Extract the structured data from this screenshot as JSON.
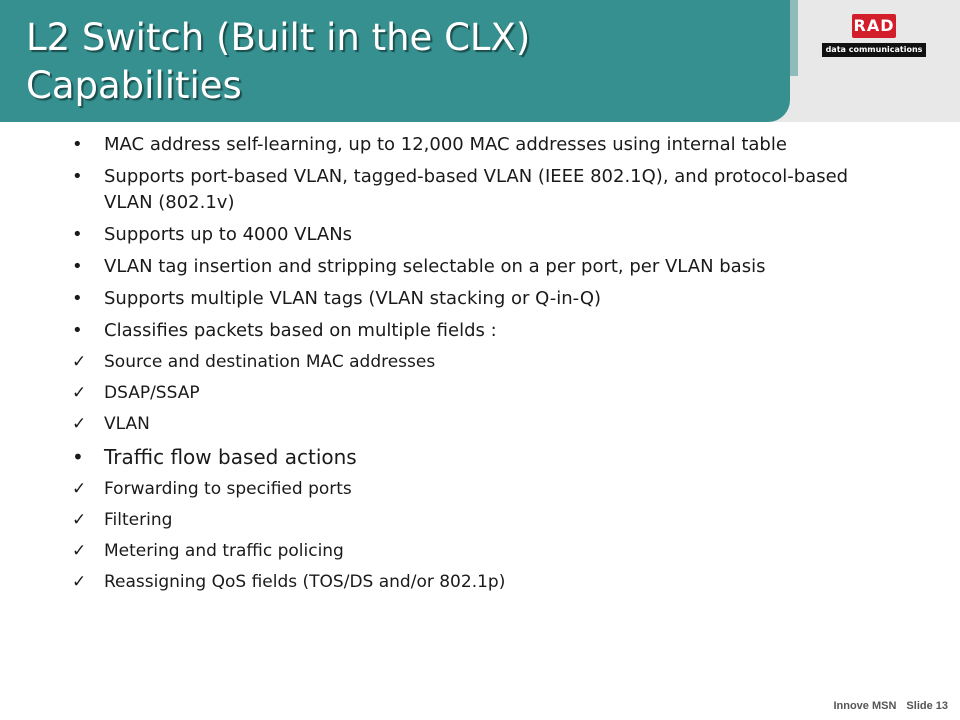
{
  "header": {
    "title_line1": "L2 Switch (Built in the CLX)",
    "title_line2": "Capabilities"
  },
  "logo": {
    "mark": "RAD",
    "tagline": "data communications"
  },
  "bullets": [
    {
      "marker": "•",
      "text": "MAC address self-learning, up to 12,000 MAC addresses using internal table"
    },
    {
      "marker": "•",
      "text": "Supports port-based VLAN, tagged-based VLAN (IEEE 802.1Q), and protocol-based VLAN (802.1v)"
    },
    {
      "marker": "•",
      "text": "Supports up to 4000 VLANs"
    },
    {
      "marker": "•",
      "text": "VLAN tag insertion and stripping selectable on a per port, per VLAN basis"
    },
    {
      "marker": "•",
      "text": "Supports multiple VLAN tags (VLAN stacking or Q-in-Q)"
    },
    {
      "marker": "•",
      "text": "Classifies packets based on multiple fields :"
    },
    {
      "marker": "✓",
      "text": "Source and destination MAC addresses"
    },
    {
      "marker": "✓",
      "text": "DSAP/SSAP"
    },
    {
      "marker": "✓",
      "text": "VLAN"
    },
    {
      "marker": "•",
      "text": "Traffic flow based actions"
    },
    {
      "marker": "✓",
      "text": "Forwarding to specified ports"
    },
    {
      "marker": "✓",
      "text": "Filtering"
    },
    {
      "marker": "✓",
      "text": "Metering and traffic policing"
    },
    {
      "marker": "✓",
      "text": "Reassigning QoS fields (TOS/DS and/or 802.1p)"
    }
  ],
  "footer": {
    "product": "Innove MSN",
    "slide": "Slide 13"
  }
}
